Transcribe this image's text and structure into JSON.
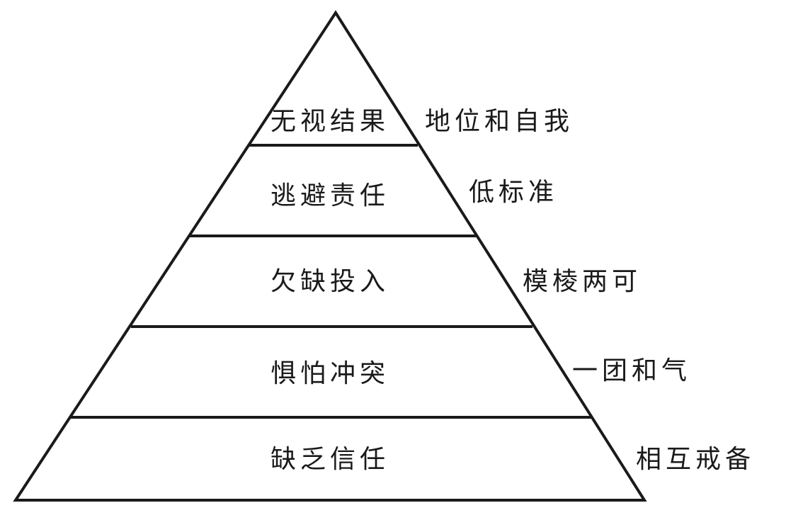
{
  "levels": [
    {
      "label": "无视结果",
      "annotation": "地位和自我"
    },
    {
      "label": "逃避责任",
      "annotation": "低标准"
    },
    {
      "label": "欠缺投入",
      "annotation": "模棱两可"
    },
    {
      "label": "惧怕冲突",
      "annotation": "一团和气"
    },
    {
      "label": "缺乏信任",
      "annotation": "相互戒备"
    }
  ],
  "colors": {
    "stroke": "#1a1a1a",
    "fill": "#ffffff",
    "text": "#1a1a1a"
  }
}
